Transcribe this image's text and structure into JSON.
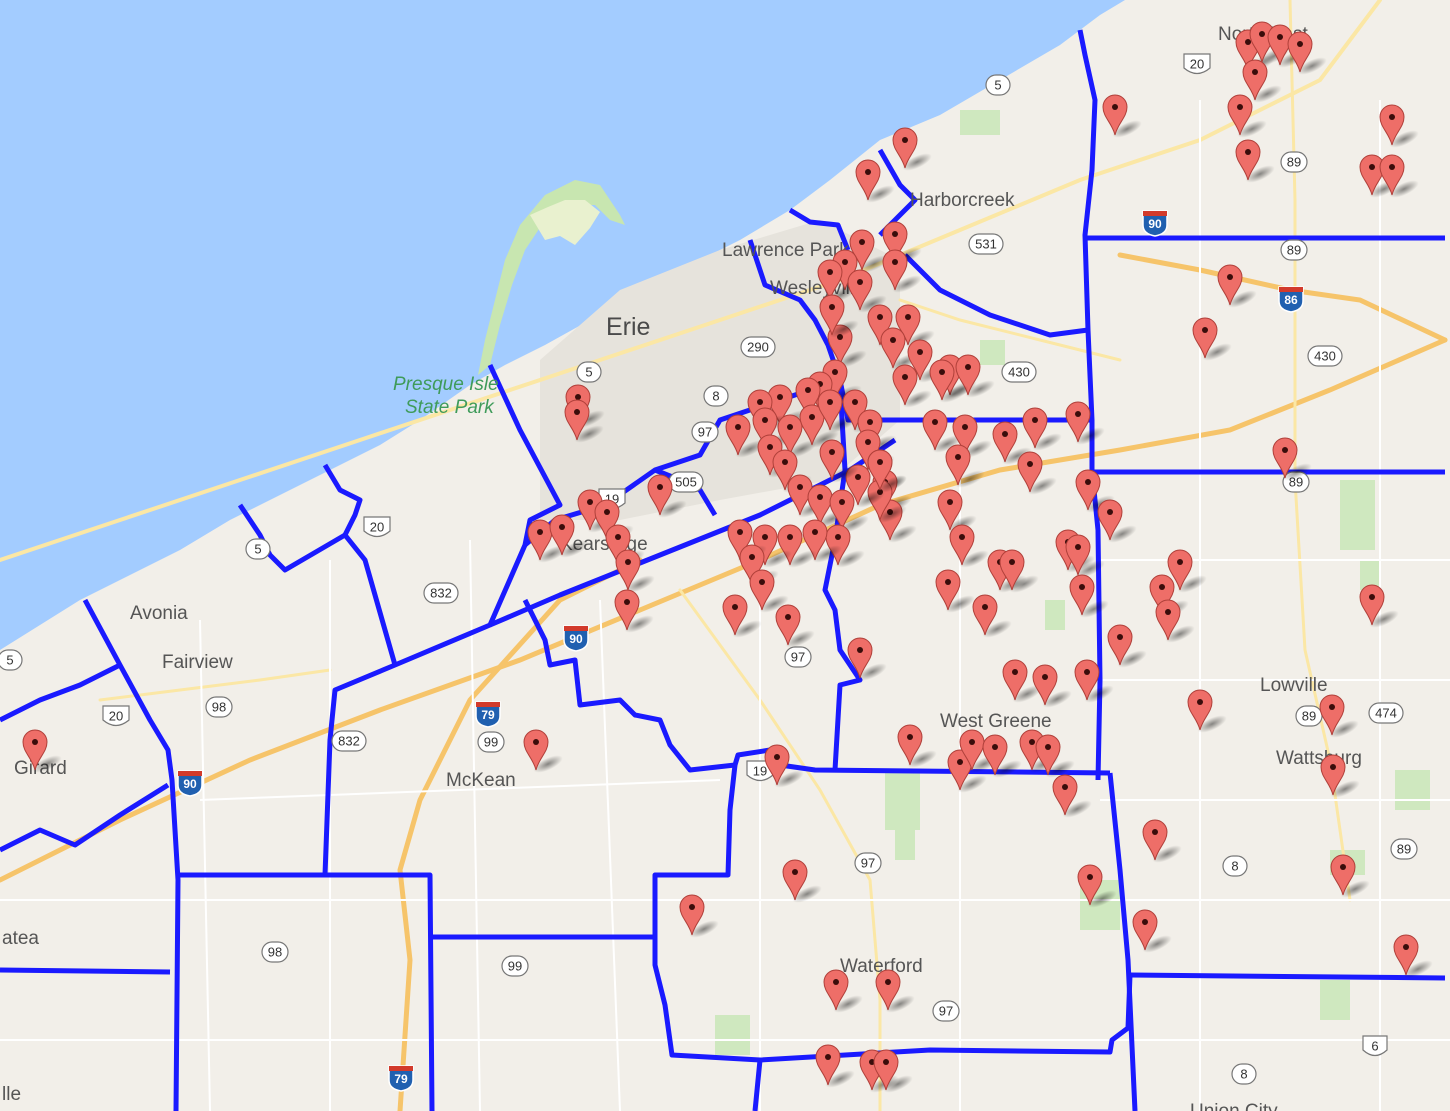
{
  "map": {
    "places": [
      {
        "id": "erie",
        "label": "Erie"
      },
      {
        "id": "presque-isle-1",
        "label": "Presque Isle"
      },
      {
        "id": "presque-isle-2",
        "label": "State Park"
      },
      {
        "id": "harborcreek",
        "label": "Harborcreek"
      },
      {
        "id": "lawrence-park",
        "label": "Lawrence Park"
      },
      {
        "id": "avonia",
        "label": "Avonia"
      },
      {
        "id": "fairview",
        "label": "Fairview"
      },
      {
        "id": "girard",
        "label": "Girard"
      },
      {
        "id": "mckean",
        "label": "McKean"
      },
      {
        "id": "west-greene",
        "label": "West Greene"
      },
      {
        "id": "lowville",
        "label": "Lowville"
      },
      {
        "id": "wattsburg",
        "label": "Wattsburg"
      },
      {
        "id": "waterford",
        "label": "Waterford"
      },
      {
        "id": "platea",
        "label": "atea"
      },
      {
        "id": "north-east",
        "label": "North East"
      },
      {
        "id": "union-city",
        "label": "Union City"
      },
      {
        "id": "wesleyville",
        "label": "Wesleyville"
      },
      {
        "id": "kearsarge",
        "label": "Kearsarge"
      },
      {
        "id": "ille",
        "label": "lle"
      }
    ],
    "shields": [
      {
        "label": "5",
        "kind": "state"
      },
      {
        "label": "5",
        "kind": "state"
      },
      {
        "label": "5",
        "kind": "state"
      },
      {
        "label": "5",
        "kind": "state"
      },
      {
        "label": "20",
        "kind": "us"
      },
      {
        "label": "20",
        "kind": "us"
      },
      {
        "label": "20",
        "kind": "us"
      },
      {
        "label": "290",
        "kind": "state"
      },
      {
        "label": "8",
        "kind": "state"
      },
      {
        "label": "8",
        "kind": "state"
      },
      {
        "label": "8",
        "kind": "state"
      },
      {
        "label": "97",
        "kind": "state"
      },
      {
        "label": "97",
        "kind": "state"
      },
      {
        "label": "97",
        "kind": "state"
      },
      {
        "label": "97",
        "kind": "state"
      },
      {
        "label": "19",
        "kind": "us"
      },
      {
        "label": "19",
        "kind": "us"
      },
      {
        "label": "505",
        "kind": "state"
      },
      {
        "label": "531",
        "kind": "state"
      },
      {
        "label": "430",
        "kind": "state"
      },
      {
        "label": "430",
        "kind": "state"
      },
      {
        "label": "832",
        "kind": "state"
      },
      {
        "label": "832",
        "kind": "state"
      },
      {
        "label": "98",
        "kind": "state"
      },
      {
        "label": "98",
        "kind": "state"
      },
      {
        "label": "99",
        "kind": "state"
      },
      {
        "label": "99",
        "kind": "state"
      },
      {
        "label": "89",
        "kind": "state"
      },
      {
        "label": "89",
        "kind": "state"
      },
      {
        "label": "89",
        "kind": "state"
      },
      {
        "label": "89",
        "kind": "state"
      },
      {
        "label": "89",
        "kind": "state"
      },
      {
        "label": "474",
        "kind": "state"
      },
      {
        "label": "90",
        "kind": "interstate"
      },
      {
        "label": "90",
        "kind": "interstate"
      },
      {
        "label": "90",
        "kind": "interstate"
      },
      {
        "label": "79",
        "kind": "interstate"
      },
      {
        "label": "79",
        "kind": "interstate"
      },
      {
        "label": "86",
        "kind": "interstate"
      },
      {
        "label": "6",
        "kind": "us"
      }
    ],
    "colors": {
      "water": "#a3ccff",
      "land": "#f2efe9",
      "park": "#c8e6b0",
      "boundary": "#1a1aff",
      "marker": "#ee6e68",
      "interstate": "#2060b0"
    },
    "marker_icon": "map-pin-icon"
  }
}
